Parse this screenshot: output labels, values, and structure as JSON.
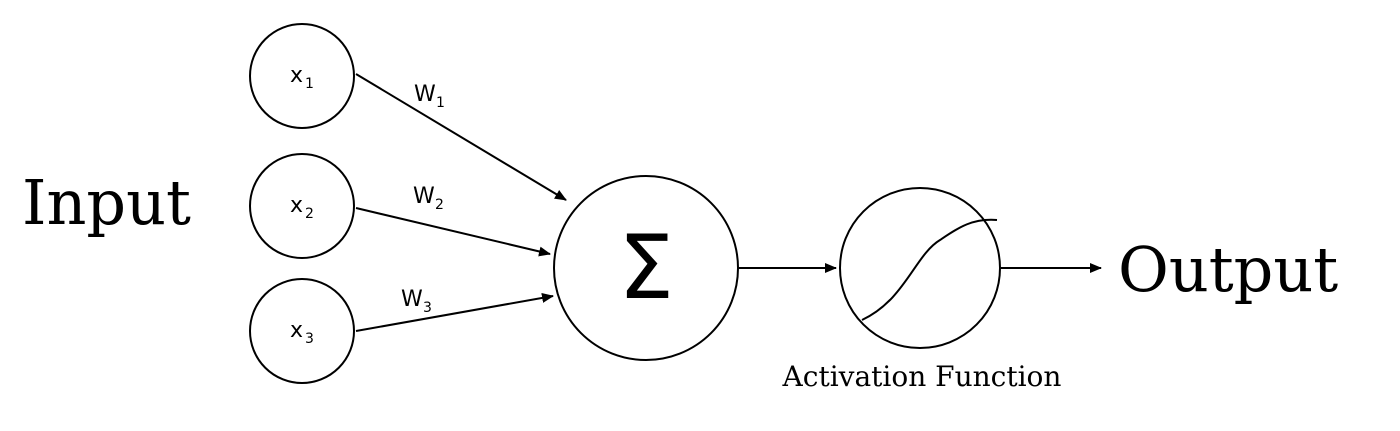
{
  "labels": {
    "input": "Input",
    "output": "Output",
    "activation_caption": "Activation Function",
    "sum_symbol": "Σ"
  },
  "inputs": [
    {
      "var": "x",
      "sub": "1"
    },
    {
      "var": "x",
      "sub": "2"
    },
    {
      "var": "x",
      "sub": "3"
    }
  ],
  "weights": [
    {
      "var": "W",
      "sub": "1"
    },
    {
      "var": "W",
      "sub": "2"
    },
    {
      "var": "W",
      "sub": "3"
    }
  ],
  "colors": {
    "stroke": "#000000",
    "background": "#ffffff"
  },
  "icons": {
    "activation_curve": "sigmoid-curve-icon"
  }
}
